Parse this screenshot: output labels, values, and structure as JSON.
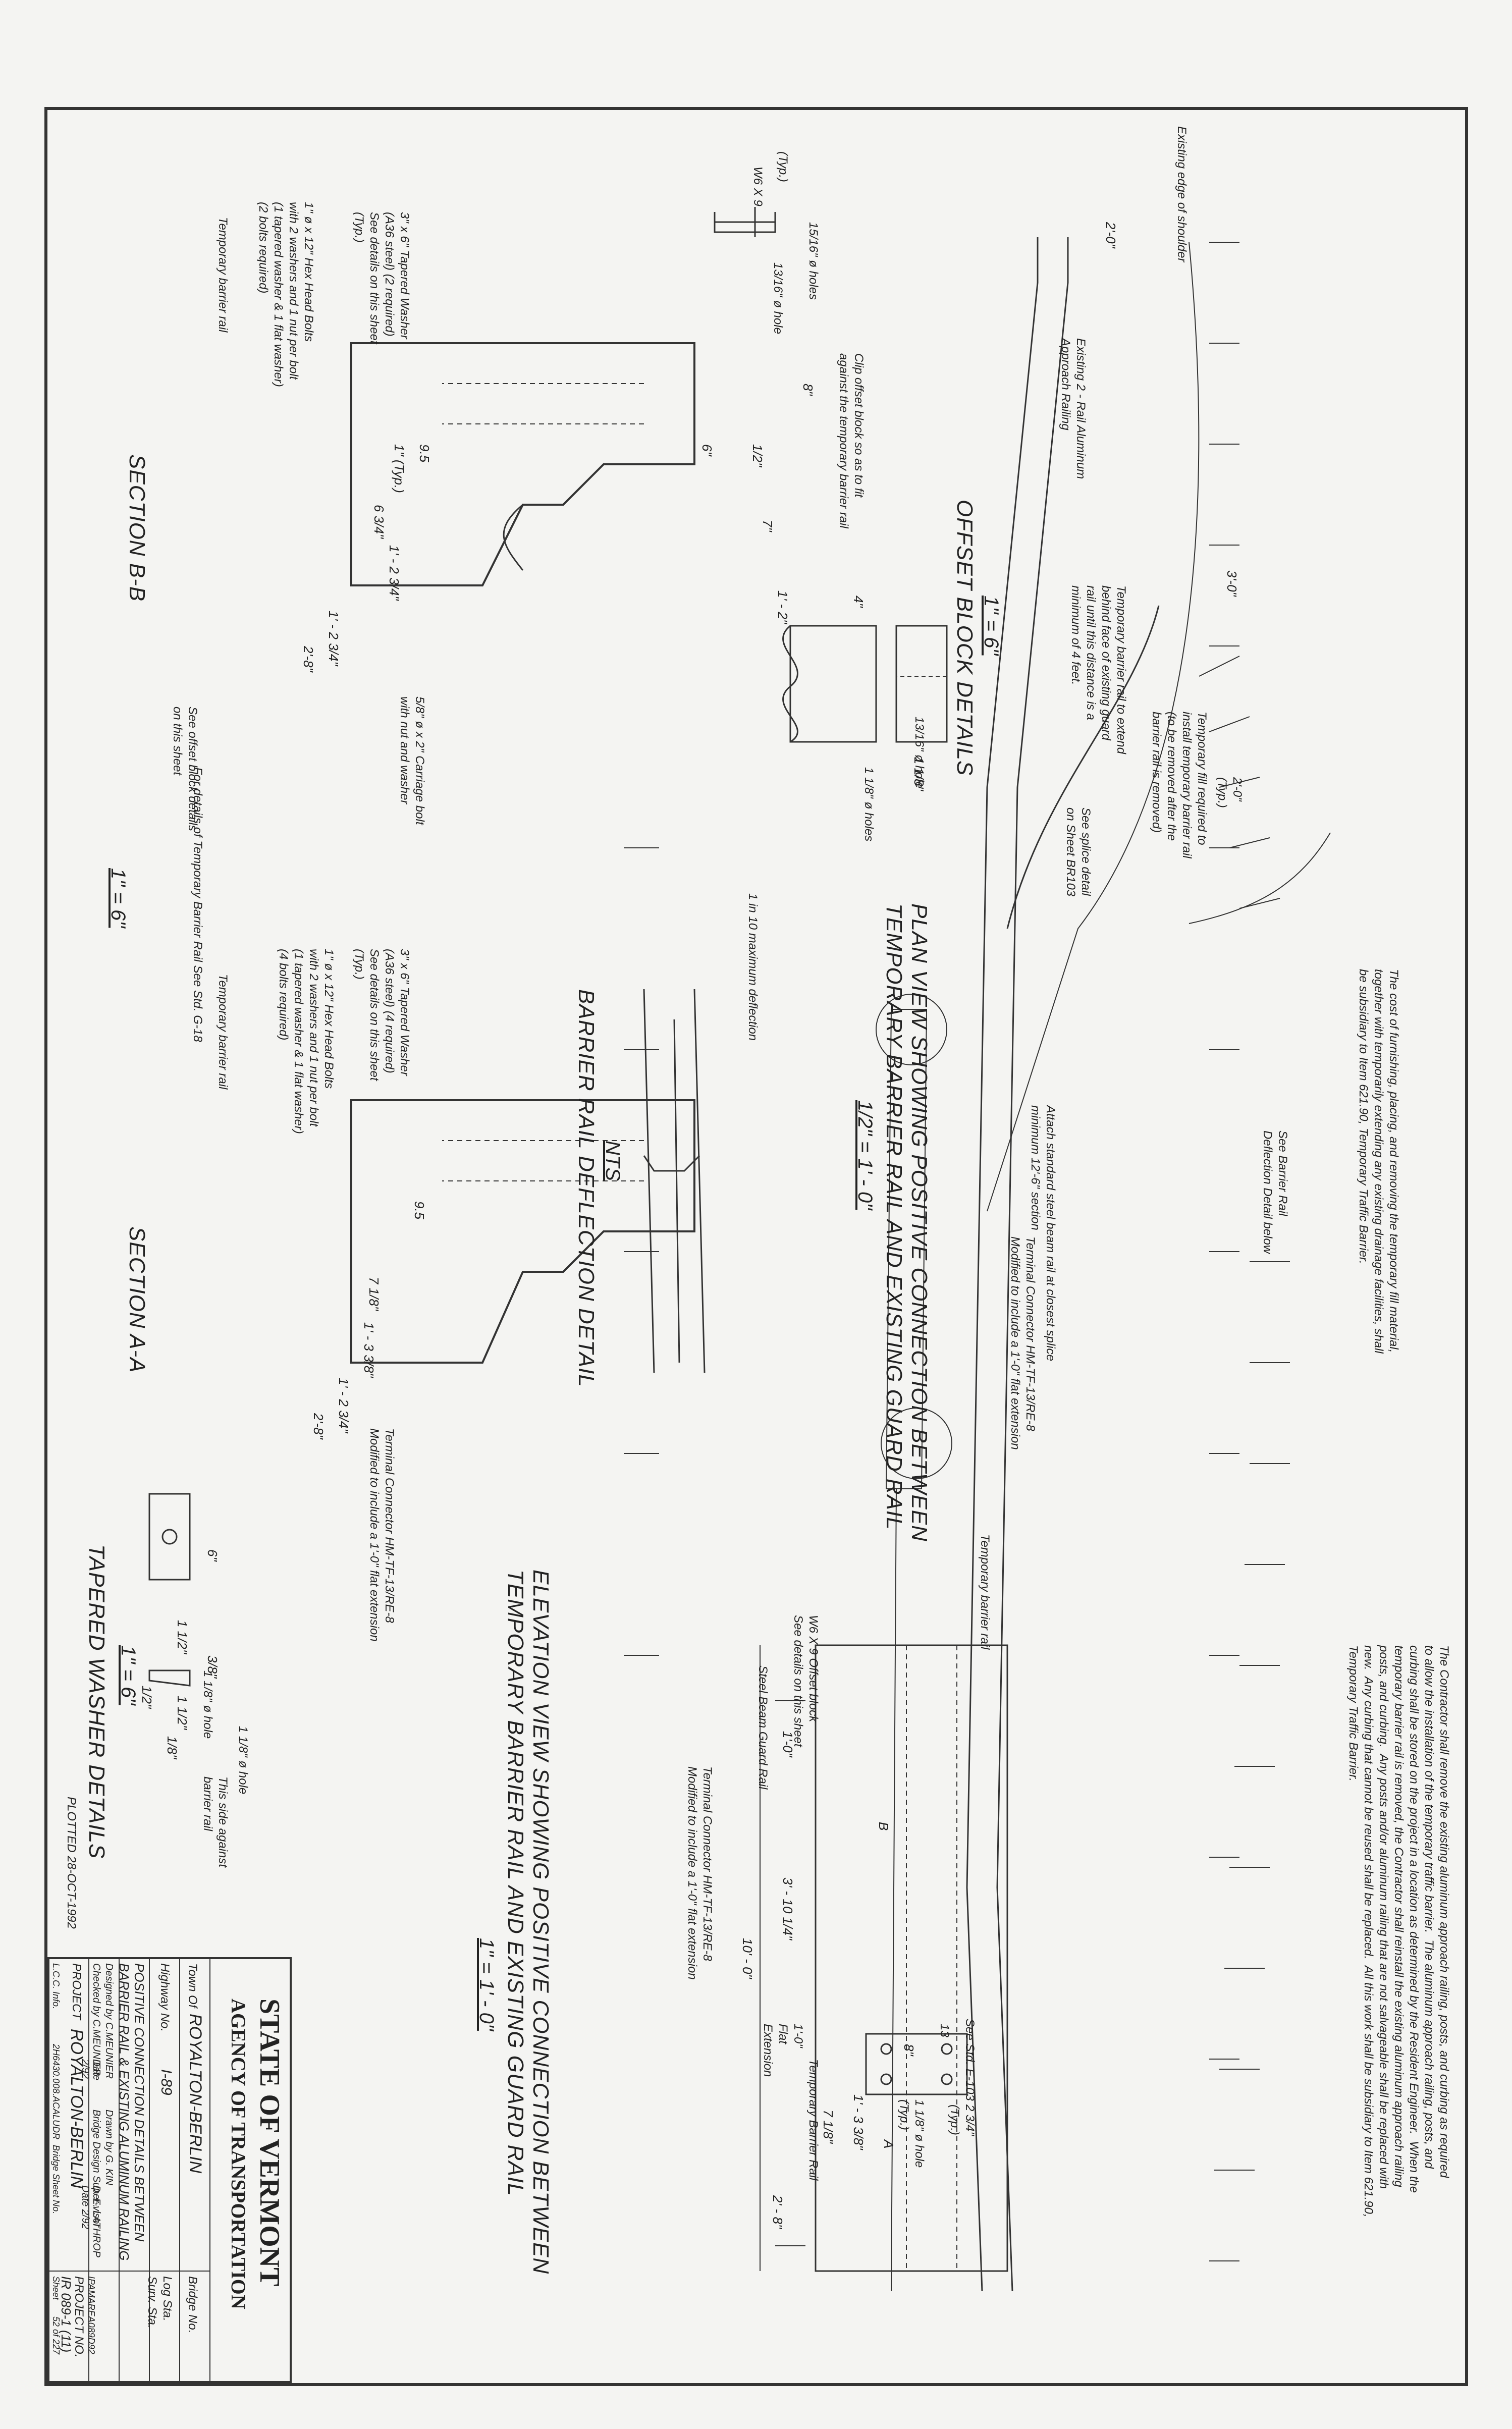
{
  "plan_view": {
    "title_line1": "PLAN VIEW SHOWING POSITIVE CONNECTION BETWEEN",
    "title_line2": "TEMPORARY BARRIER RAIL AND EXISTING GUARD RAIL",
    "scale": "1/2\" = 1' - 0\"",
    "notes": {
      "existing_shoulder": "Existing edge of shoulder",
      "existing_rail": "Existing 2 - Rail Aluminum\nApproach Railing",
      "temp_barrier_extend": "Temporary barrier rail to extend\nbehind face of existing guard\nrail until this distance is a\nminimum of 4 feet.",
      "temp_fill": "Temporary fill required to\ninstall temporary barrier rail\n(to be removed after the\nbarrier rail is removed)",
      "see_splice": "See splice detail\non Sheet BR103",
      "attach_beam": "Attach standard steel beam rail at closest splice\nminimum 12'-6\" section",
      "terminal_connector": "Terminal Connector HM-TF-13/RE-8\nModified to include a 1'-0\" flat extension",
      "see_barrier_rail": "See Barrier Rail\nDeflection Detail below",
      "cost_note": "The cost of furnishing, placing, and removing the temporary fill material,\ntogether with temporarily extending any existing drainage facilities, shall\nbe subsidiary to Item 621.90, Temporary Traffic Barrier.",
      "contractor_note": "The Contractor shall remove the existing aluminum approach railing, posts, and curbing as required\nto allow the installation of the temporary traffic barrier.  The aluminum approach railing, posts, and\ncurbing shall be stored on the project in a location as determined by the Resident Engineer.  When the\ntemporary barrier rail is removed, the Contractor shall reinstall the existing aluminum approach railing\nposts, and curbing.  Any posts and/or aluminum railing that are not salvageable shall be replaced with\nnew.  Any curbing that cannot be reused shall be replaced.  All this work shall be subsidiary to Item 621.90,\nTemporary Traffic Barrier.",
      "temporary_barrier_rail": "Temporary barrier rail",
      "see_std": "See Std. E-103",
      "post_13": "13"
    },
    "dims": {
      "d2_0": "2'-0\"",
      "d3_0": "3'-0\"",
      "d2_0_typ": "2'-0\"\n(Typ.)"
    }
  },
  "offset_block": {
    "title": "OFFSET BLOCK DETAILS",
    "scale": "1\" = 6\"",
    "notes": {
      "holes_15_16": "15/16\" ø holes",
      "hole_13_16": "13/16\" ø hole",
      "typ": "(Typ.)",
      "w6x9": "W6 X 9",
      "clip_note": "Clip offset block so as to fit\nagainst the temporary barrier rail",
      "holes_1_1_8": "1 1/8\" ø holes",
      "hole_13_16b": "13/16\" ø hole"
    },
    "dims": {
      "d1_2": "1/2\"",
      "d6": "6\"",
      "d8": "8\"",
      "d7": "7\"",
      "d1_2b": "1' - 2\"",
      "d4": "4\"",
      "d1_1_8": "1 1/8\""
    }
  },
  "deflection": {
    "title": "BARRIER RAIL DEFLECTION DETAIL",
    "scale": "NTS",
    "note": "1 in 10 maximum deflection"
  },
  "section_bb": {
    "title": "SECTION B-B",
    "scale": "1\" = 6\"",
    "notes": {
      "washer": "3\" x 6\" Tapered Washer\n(A36 steel) (2 required)\nSee details on this sheet\n(Typ.)",
      "bolts": "1\" ø x 12\" Hex Head Bolts\nwith 2 washers and 1 nut per bolt\n(1 tapered washer & 1 flat washer)\n(2 bolts required)",
      "temp_rail": "Temporary barrier rail",
      "carriage_bolt": "5/8\" ø x 2\" Carriage bolt\nwith nut and washer",
      "see_offset": "See offset block details\non this sheet",
      "for_details": "For details of Temporary Barrier Rail See Std. G-18"
    },
    "dims": {
      "d95": "9.5",
      "d1_typ": "1\" (Typ.)",
      "d6_3_4": "6 3/4\"",
      "d1_2_3_4": "1' - 2 3/4\"",
      "d1_2_3_4b": "1' - 2 3/4\"",
      "d2_8": "2'-8\""
    }
  },
  "section_aa": {
    "title": "SECTION A-A",
    "notes": {
      "washer": "3\" x 6\" Tapered Washer\n(A36 steel) (4 required)\nSee details on this sheet\n(Typ.)",
      "bolts": "1\" ø x 12\" Hex Head Bolts\nwith 2 washers and 1 nut per bolt\n(1 tapered washer & 1 flat washer)\n(4 bolts required)",
      "temp_rail": "Temporary barrier rail",
      "terminal": "Terminal Connector HM-TF-13/RE-8\nModified to include a 1'-0\" flat extension"
    },
    "dims": {
      "d95": "9.5",
      "d7_1_8": "7 1/8\"",
      "d1_3_3_8": "1' - 3 3/8\"",
      "d1_2_3_4": "1' - 2 3/4\"",
      "d2_8": "2'-8\""
    }
  },
  "tapered_washer": {
    "title": "TAPERED WASHER DETAILS",
    "scale": "1\" = 6\"",
    "notes": {
      "hole": "1 1/8\" ø hole",
      "hole2": "1 1/8\" ø hole",
      "side": "This side against\nbarrier rail"
    },
    "dims": {
      "d6": "6\"",
      "d1_1_2": "1 1/2\"",
      "d1_1_2b": "1 1/2\"",
      "d1_8": "1/8\"",
      "d1_2": "1/2\"",
      "d3_8": "3/8\""
    }
  },
  "elevation": {
    "title_line1": "ELEVATION VIEW SHOWING POSITIVE CONNECTION BETWEEN",
    "title_line2": "TEMPORARY BARRIER RAIL AND EXISTING GUARD RAIL",
    "scale": "1\" = 1' - 0\"",
    "notes": {
      "w6x9": "W6 X 9 Offset block\nSee details on this sheet",
      "steel_beam": "Steel Beam Guard Rail",
      "terminal": "Terminal Connector HM-TF-13/RE-8\nModified to include a 1'-0\" flat extension",
      "temp_barrier": "Temporary Barrier Rail",
      "hole": "1 1/8\" ø hole\n(Typ.)",
      "section_b": "B",
      "section_a": "A"
    },
    "dims": {
      "d1_0": "1'-0\"",
      "d3_10": "3' - 10 1/4\"",
      "d10_0": "10' - 0\"",
      "d1_0_flat": "1'-0\"\nFlat\nExtension",
      "d8": "8\"",
      "d7_1_8": "7 1/8\"",
      "d2_3_4": "2 3/4\"\n(Typ.)",
      "d1_3_3_8": "1' - 3 3/8\"",
      "d2_8": "2' - 8\""
    }
  },
  "plotted": "PLOTTED 28-OCT-1992",
  "title_block": {
    "state": "STATE OF VERMONT",
    "agency": "AGENCY OF TRANSPORTATION",
    "town_label": "Town Of",
    "town": "ROYALTON-BERLIN",
    "bridge_no": "Bridge No.",
    "highway_label": "Highway No.",
    "highway": "I-89",
    "log_sta": "Log Sta.",
    "surv_sta": "Surv. Sta.",
    "title1": "POSITIVE CONNECTION DETAILS BETWEEN",
    "title2": "BARRIER RAIL & EXISTING ALUMINUM RAILING",
    "designed": "Designed by C.MEUNIER",
    "drawn": "Drawn by G. KIN",
    "checked": "Checked by C.MEUNIER",
    "supervisor": "Bridge Design Super-visor",
    "supervisor_name": "D. E. LATHROP",
    "date_label": "Date",
    "date": "2/92",
    "date2": "Date 2/92",
    "project_label": "PROJECT",
    "project": "ROYALTON-BERLIN",
    "project_no_label": "PROJECT NO.",
    "project_no": "IR 089-1 (11)",
    "lcc": "L.C.C. Info.",
    "file": "IPAMAREA089D92",
    "file2": "2H6430.008.ACALUDR",
    "bridge_sheet": "Bridge Sheet No.",
    "sheet_label": "Sheet",
    "sheet": "52 of 227"
  }
}
